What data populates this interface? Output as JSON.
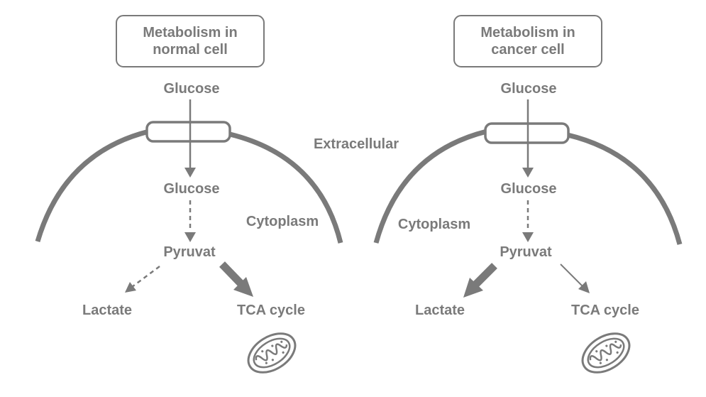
{
  "colors": {
    "stroke": "#7a7a7a",
    "text": "#7a7a7a",
    "background": "#ffffff"
  },
  "panels": [
    {
      "id": "normal",
      "title": [
        "Metabolism in",
        "normal cell"
      ],
      "glucose_outside": "Glucose",
      "glucose_inside": "Glucose",
      "pyruvate": "Pyruvat",
      "lactate": "Lactate",
      "tca": "TCA cycle",
      "cytoplasm": "Cytoplasm",
      "pathway_lactate": "weak",
      "pathway_tca": "strong"
    },
    {
      "id": "cancer",
      "title": [
        "Metabolism in",
        "cancer cell"
      ],
      "glucose_outside": "Glucose",
      "glucose_inside": "Glucose",
      "pyruvate": "Pyruvat",
      "lactate": "Lactate",
      "tca": "TCA cycle",
      "cytoplasm": "Cytoplasm",
      "pathway_lactate": "strong",
      "pathway_tca": "weak"
    }
  ],
  "extracellular": "Extracellular",
  "icons": [
    "mitochondrion-icon",
    "transporter-icon"
  ]
}
